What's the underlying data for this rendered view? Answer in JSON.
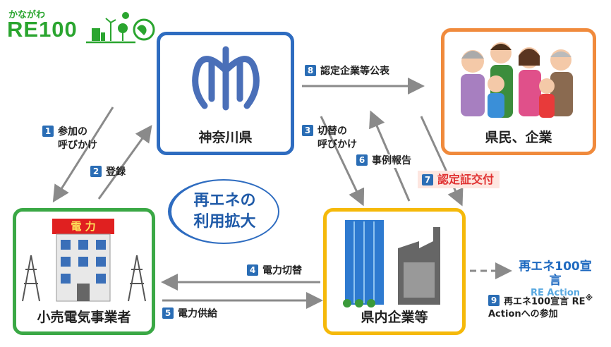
{
  "logo": {
    "kana": "かながわ",
    "title": "RE100"
  },
  "nodes": {
    "kanagawa": "神奈川県",
    "citizens": "県民、企業",
    "retailer": "小売電気事業者",
    "companies": "県内企業等",
    "power_sign": "電 力"
  },
  "center": {
    "line1": "再エネの",
    "line2": "利用拡大"
  },
  "steps": [
    {
      "num": "1",
      "label": "参加の",
      "label2": "呼びかけ"
    },
    {
      "num": "2",
      "label": "登録"
    },
    {
      "num": "3",
      "label": "切替の",
      "label2": "呼びかけ"
    },
    {
      "num": "4",
      "label": "電力切替"
    },
    {
      "num": "5",
      "label": "電力供給"
    },
    {
      "num": "6",
      "label": "事例報告"
    },
    {
      "num": "7",
      "label": "認定証交付"
    },
    {
      "num": "8",
      "label": "認定企業等公表"
    },
    {
      "num": "9",
      "label": "再エネ100宣言 RE",
      "note": "※",
      "label2": "Actionへの参加"
    }
  ],
  "re_action": {
    "title": "再エネ100宣言",
    "sub": "RE Action"
  },
  "colors": {
    "blue": "#2e6cc0",
    "orange": "#f08a3c",
    "green": "#3aa845",
    "yellow": "#f5b90a",
    "arrow": "#8a8a8a",
    "red": "#e03030"
  }
}
